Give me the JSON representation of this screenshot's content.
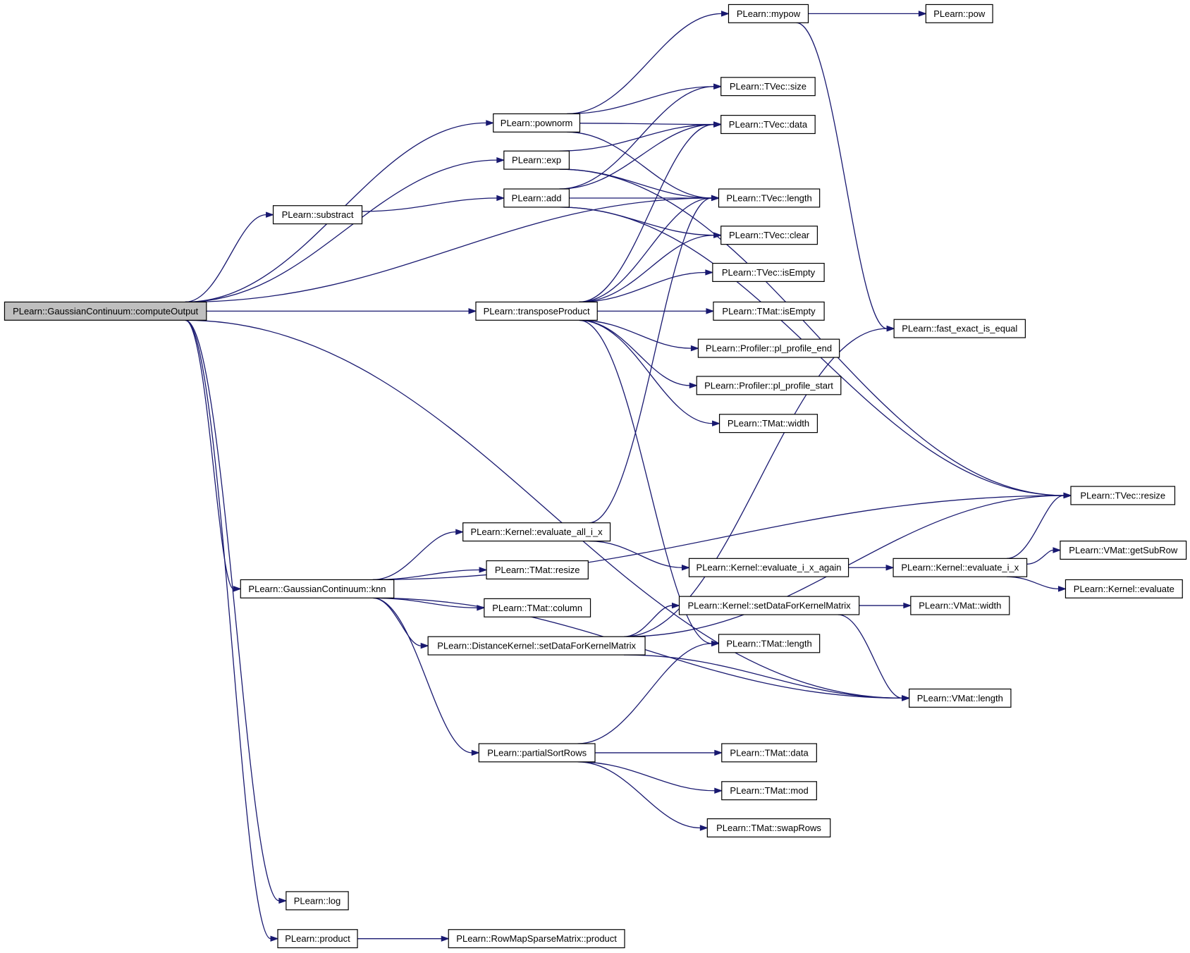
{
  "graph": {
    "colors": {
      "edge": "#191970",
      "node_fill": "#ffffff",
      "root_fill": "#bfbfbf",
      "border": "#000000"
    },
    "nodes": [
      {
        "id": "computeOutput",
        "label": "PLearn::GaussianContinuum::computeOutput",
        "root": true
      },
      {
        "id": "substract",
        "label": "PLearn::substract"
      },
      {
        "id": "pownorm",
        "label": "PLearn::pownorm"
      },
      {
        "id": "exp",
        "label": "PLearn::exp"
      },
      {
        "id": "add",
        "label": "PLearn::add"
      },
      {
        "id": "transposeProduct",
        "label": "PLearn::transposeProduct"
      },
      {
        "id": "knn",
        "label": "PLearn::GaussianContinuum::knn"
      },
      {
        "id": "log",
        "label": "PLearn::log"
      },
      {
        "id": "product",
        "label": "PLearn::product"
      },
      {
        "id": "rm_product",
        "label": "PLearn::RowMapSparseMatrix::product"
      },
      {
        "id": "mypow",
        "label": "PLearn::mypow"
      },
      {
        "id": "pow",
        "label": "PLearn::pow"
      },
      {
        "id": "tvec_size",
        "label": "PLearn::TVec::size"
      },
      {
        "id": "tvec_data",
        "label": "PLearn::TVec::data"
      },
      {
        "id": "tvec_length",
        "label": "PLearn::TVec::length"
      },
      {
        "id": "tvec_clear",
        "label": "PLearn::TVec::clear"
      },
      {
        "id": "tvec_isEmpty",
        "label": "PLearn::TVec::isEmpty"
      },
      {
        "id": "tmat_isEmpty",
        "label": "PLearn::TMat::isEmpty"
      },
      {
        "id": "prof_end",
        "label": "PLearn::Profiler::pl_profile_end"
      },
      {
        "id": "prof_start",
        "label": "PLearn::Profiler::pl_profile_start"
      },
      {
        "id": "tmat_width",
        "label": "PLearn::TMat::width"
      },
      {
        "id": "fast_eq",
        "label": "PLearn::fast_exact_is_equal"
      },
      {
        "id": "tvec_resize",
        "label": "PLearn::TVec::resize"
      },
      {
        "id": "eval_all",
        "label": "PLearn::Kernel::evaluate_all_i_x"
      },
      {
        "id": "tmat_resize",
        "label": "PLearn::TMat::resize"
      },
      {
        "id": "tmat_column",
        "label": "PLearn::TMat::column"
      },
      {
        "id": "dk_setData",
        "label": "PLearn::DistanceKernel::setDataForKernelMatrix"
      },
      {
        "id": "partialSort",
        "label": "PLearn::partialSortRows"
      },
      {
        "id": "eval_again",
        "label": "PLearn::Kernel::evaluate_i_x_again"
      },
      {
        "id": "k_setData",
        "label": "PLearn::Kernel::setDataForKernelMatrix"
      },
      {
        "id": "tmat_length",
        "label": "PLearn::TMat::length"
      },
      {
        "id": "vmat_length",
        "label": "PLearn::VMat::length"
      },
      {
        "id": "tmat_data",
        "label": "PLearn::TMat::data"
      },
      {
        "id": "tmat_mod",
        "label": "PLearn::TMat::mod"
      },
      {
        "id": "tmat_swapRows",
        "label": "PLearn::TMat::swapRows"
      },
      {
        "id": "eval_i_x",
        "label": "PLearn::Kernel::evaluate_i_x"
      },
      {
        "id": "vmat_getSubRow",
        "label": "PLearn::VMat::getSubRow"
      },
      {
        "id": "k_evaluate",
        "label": "PLearn::Kernel::evaluate"
      },
      {
        "id": "vmat_width",
        "label": "PLearn::VMat::width"
      }
    ],
    "edges": [
      [
        "computeOutput",
        "pownorm"
      ],
      [
        "computeOutput",
        "exp"
      ],
      [
        "computeOutput",
        "substract"
      ],
      [
        "computeOutput",
        "tvec_length"
      ],
      [
        "computeOutput",
        "transposeProduct"
      ],
      [
        "computeOutput",
        "knn"
      ],
      [
        "computeOutput",
        "vmat_length"
      ],
      [
        "computeOutput",
        "log"
      ],
      [
        "computeOutput",
        "product"
      ],
      [
        "substract",
        "add"
      ],
      [
        "pownorm",
        "mypow"
      ],
      [
        "pownorm",
        "tvec_size"
      ],
      [
        "pownorm",
        "tvec_data"
      ],
      [
        "pownorm",
        "tvec_length"
      ],
      [
        "mypow",
        "pow"
      ],
      [
        "mypow",
        "fast_eq"
      ],
      [
        "exp",
        "tvec_resize"
      ],
      [
        "exp",
        "tvec_data"
      ],
      [
        "exp",
        "tvec_length"
      ],
      [
        "add",
        "tvec_resize"
      ],
      [
        "add",
        "tvec_size"
      ],
      [
        "add",
        "tvec_data"
      ],
      [
        "add",
        "tvec_length"
      ],
      [
        "add",
        "tvec_clear"
      ],
      [
        "transposeProduct",
        "tvec_data"
      ],
      [
        "transposeProduct",
        "tvec_length"
      ],
      [
        "transposeProduct",
        "tvec_clear"
      ],
      [
        "transposeProduct",
        "tvec_isEmpty"
      ],
      [
        "transposeProduct",
        "tmat_isEmpty"
      ],
      [
        "transposeProduct",
        "prof_end"
      ],
      [
        "transposeProduct",
        "prof_start"
      ],
      [
        "transposeProduct",
        "tmat_width"
      ],
      [
        "transposeProduct",
        "tmat_length"
      ],
      [
        "knn",
        "tvec_resize"
      ],
      [
        "knn",
        "eval_all"
      ],
      [
        "knn",
        "tmat_resize"
      ],
      [
        "knn",
        "tmat_column"
      ],
      [
        "knn",
        "dk_setData"
      ],
      [
        "knn",
        "vmat_length"
      ],
      [
        "knn",
        "partialSort"
      ],
      [
        "eval_all",
        "tvec_length"
      ],
      [
        "eval_all",
        "eval_again"
      ],
      [
        "eval_again",
        "eval_i_x"
      ],
      [
        "eval_i_x",
        "tvec_resize"
      ],
      [
        "eval_i_x",
        "vmat_getSubRow"
      ],
      [
        "eval_i_x",
        "k_evaluate"
      ],
      [
        "dk_setData",
        "fast_eq"
      ],
      [
        "dk_setData",
        "tvec_resize"
      ],
      [
        "dk_setData",
        "k_setData"
      ],
      [
        "dk_setData",
        "vmat_length"
      ],
      [
        "k_setData",
        "vmat_width"
      ],
      [
        "k_setData",
        "vmat_length"
      ],
      [
        "partialSort",
        "tmat_length"
      ],
      [
        "partialSort",
        "tmat_data"
      ],
      [
        "partialSort",
        "tmat_mod"
      ],
      [
        "partialSort",
        "tmat_swapRows"
      ],
      [
        "product",
        "rm_product"
      ]
    ]
  }
}
